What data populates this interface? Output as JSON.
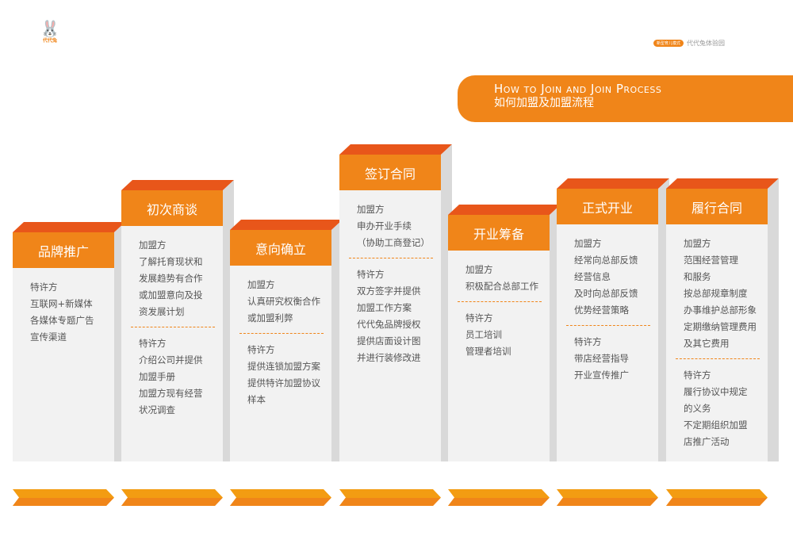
{
  "logo": {
    "name": "代代兔"
  },
  "brand": {
    "pill": "新型育儿模式",
    "name": "代代兔体验园"
  },
  "banner": {
    "en": "How to Join and Join Process",
    "zh": "如何加盟及加盟流程"
  },
  "colors": {
    "orange": "#f08519",
    "orange_dark": "#e8561a",
    "body": "#f2f2f2"
  },
  "columns": [
    {
      "title": "品牌推广",
      "sections": [
        [
          "特许方",
          "互联网+新媒体",
          "各媒体专题广告",
          "宣传渠道"
        ]
      ]
    },
    {
      "title": "初次商谈",
      "sections": [
        [
          "加盟方",
          "了解托育现状和",
          "发展趋势有合作",
          "或加盟意向及投",
          "资发展计划"
        ],
        [
          "特许方",
          "介绍公司并提供",
          "加盟手册",
          "加盟方现有经营",
          "状况调查"
        ]
      ]
    },
    {
      "title": "意向确立",
      "sections": [
        [
          "加盟方",
          "认真研究权衡合作",
          "或加盟利弊"
        ],
        [
          "特许方",
          "提供连锁加盟方案",
          "提供特许加盟协议",
          "样本"
        ]
      ]
    },
    {
      "title": "签订合同",
      "sections": [
        [
          "加盟方",
          "申办开业手续",
          "（协助工商登记）"
        ],
        [
          "特许方",
          "双方签字并提供",
          "加盟工作方案",
          "代代兔品牌授权",
          "提供店面设计图",
          "并进行装修改进"
        ]
      ]
    },
    {
      "title": "开业筹备",
      "sections": [
        [
          "加盟方",
          "积极配合总部工作"
        ],
        [
          "特许方",
          "员工培训",
          "管理者培训"
        ]
      ]
    },
    {
      "title": "正式开业",
      "sections": [
        [
          "加盟方",
          "经常向总部反馈",
          "经营信息",
          "及时向总部反馈",
          "优势经营策略"
        ],
        [
          "特许方",
          "带店经营指导",
          "开业宣传推广"
        ]
      ]
    },
    {
      "title": "履行合同",
      "sections": [
        [
          "加盟方",
          "范围经营管理",
          "和服务",
          "按总部规章制度",
          "办事维护总部形象",
          "定期缴纳管理费用",
          "及其它费用"
        ],
        [
          "特许方",
          "履行协议中规定",
          "的义务",
          "不定期组织加盟",
          "店推广活动"
        ]
      ]
    }
  ]
}
